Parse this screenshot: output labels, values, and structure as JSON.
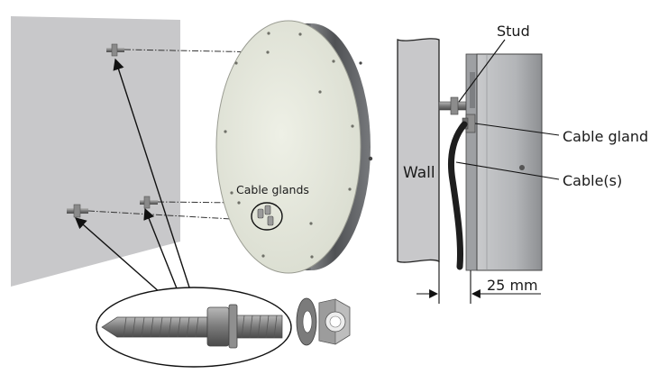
{
  "labels": {
    "cable_glands": "Cable glands",
    "stud": "Stud",
    "cable_gland": "Cable gland",
    "cables": "Cable(s)",
    "wall": "Wall",
    "gap": "25 mm"
  },
  "colors": {
    "wall_panel": "#c8c8ca",
    "disc_face": "#e4e6da",
    "rim_dark": "#55575a",
    "metal": "#8a8a8a",
    "cable": "#1e1e1e",
    "line": "#111111"
  }
}
